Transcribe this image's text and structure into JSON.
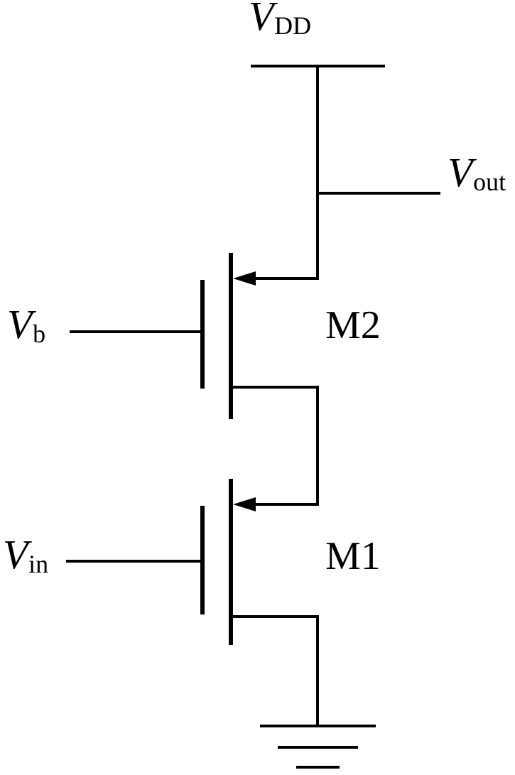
{
  "schematic": {
    "background": "#ffffff",
    "line_color": "#000000",
    "nets": {
      "vdd": {
        "base": "V",
        "sub": "DD"
      },
      "vout": {
        "base": "V",
        "sub": "out"
      },
      "vb": {
        "base": "V",
        "sub": "b"
      },
      "vin": {
        "base": "V",
        "sub": "in"
      }
    },
    "transistors": {
      "m2": {
        "label": "M2"
      },
      "m1": {
        "label": "M1"
      }
    }
  }
}
